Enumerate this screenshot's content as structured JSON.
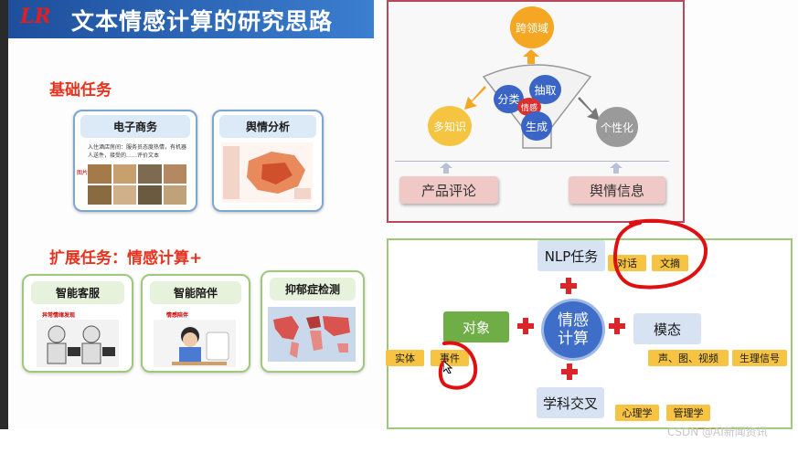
{
  "header": {
    "logo_text": "LR",
    "title": "文本情感计算的研究思路"
  },
  "left": {
    "basic_heading": "基础任务",
    "basic_cards": [
      {
        "title": "电子商务",
        "snippet": "入住酒店房间：服务员态度热情，有机器人送件，接受的……评价文本",
        "image_label": "图片"
      },
      {
        "title": "舆情分析"
      }
    ],
    "ext_heading": "扩展任务：情感计算+",
    "ext_cards": [
      {
        "title": "智能客服",
        "caption": "异常情绪发现"
      },
      {
        "title": "智能陪伴",
        "caption": "情感陪伴"
      },
      {
        "title": "抑郁症检测"
      }
    ]
  },
  "diagram_top": {
    "top_circle": "跨领域",
    "left_circle": "多知识",
    "right_circle": "个性化",
    "funnel_circles": [
      "分类",
      "抽取",
      "情感",
      "生成"
    ],
    "bottom_left": "产品评论",
    "bottom_right": "舆情信息"
  },
  "diagram_bottom": {
    "center": "情感\n计算",
    "nlp": "NLP任务",
    "nlp_tags": [
      "对话",
      "文摘"
    ],
    "object": "对象",
    "object_tags": [
      "实体",
      "事件"
    ],
    "modality": "模态",
    "modality_tags": [
      "声、图、视频",
      "生理信号"
    ],
    "cross": "学科交叉",
    "cross_tags": [
      "心理学",
      "管理学"
    ]
  },
  "watermark": "CSDN @AI新闻资讯",
  "colors": {
    "title_red": "#e8321e",
    "header_blue": "#1d4f9c",
    "accent_gold": "#f6c343",
    "plus_red": "#d8262a",
    "annotation_red": "#e01010"
  }
}
